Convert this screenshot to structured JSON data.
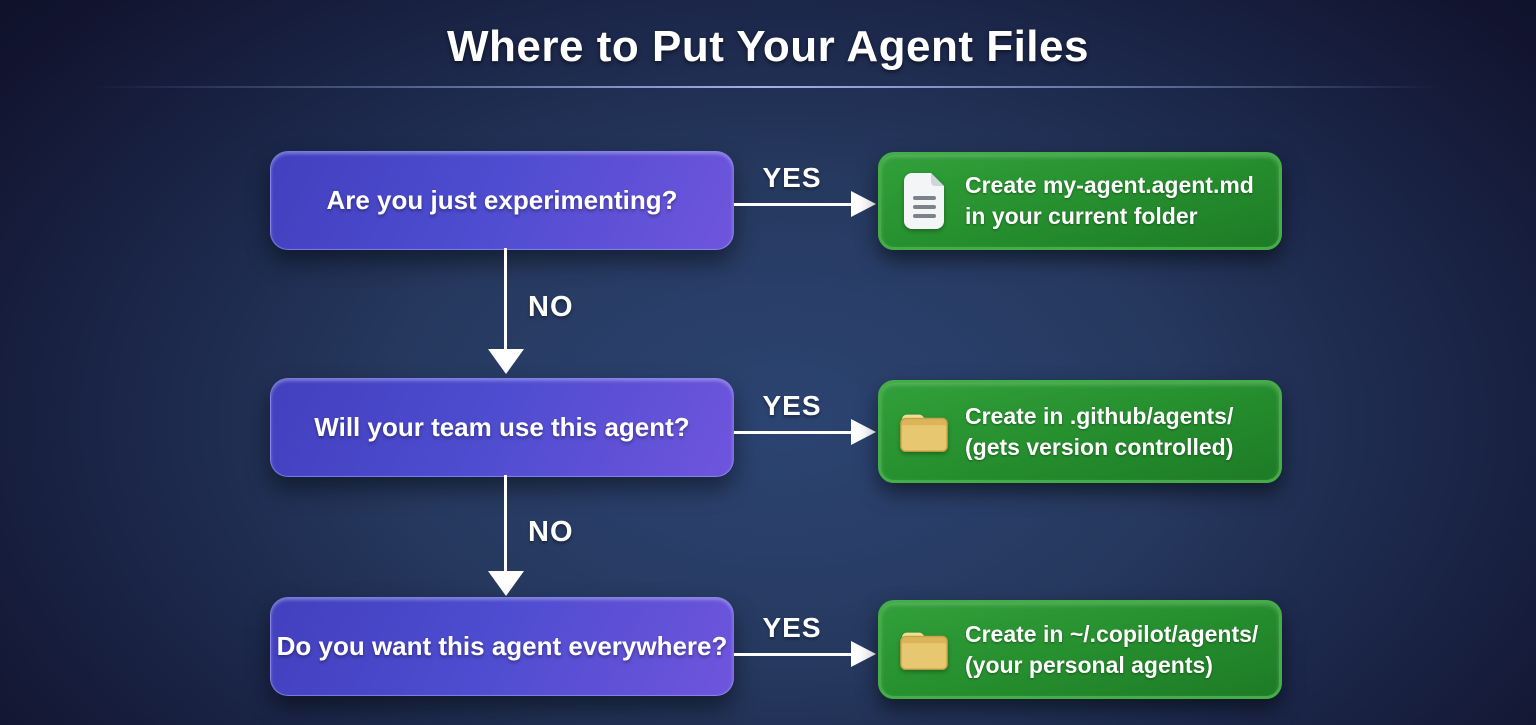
{
  "title": "Where to Put Your Agent Files",
  "flow": {
    "rows": [
      {
        "question": "Are you just experimenting?",
        "yes_label": "YES",
        "no_label": "NO",
        "answer": {
          "icon": "document-icon",
          "line1": "Create my-agent.agent.md",
          "line2": "in your current folder"
        }
      },
      {
        "question": "Will your team use this agent?",
        "yes_label": "YES",
        "no_label": "NO",
        "answer": {
          "icon": "folder-icon",
          "line1": "Create in .github/agents/",
          "line2": "(gets version controlled)"
        }
      },
      {
        "question": "Do you want this agent everywhere?",
        "yes_label": "YES",
        "answer": {
          "icon": "folder-icon",
          "line1": "Create in ~/.copilot/agents/",
          "line2": "(your personal agents)"
        }
      }
    ]
  },
  "colors": {
    "background_center": "#2c4472",
    "background_edge": "#0d0f26",
    "question_box_start": "#4340bf",
    "question_box_end": "#6f55dd",
    "answer_box_start": "#31a03a",
    "answer_box_end": "#1d7b26",
    "answer_box_border": "#44ad46",
    "arrow": "#ffffff",
    "folder_icon_fill": "#e7c76f",
    "document_icon_fill": "#f4f6f8"
  }
}
